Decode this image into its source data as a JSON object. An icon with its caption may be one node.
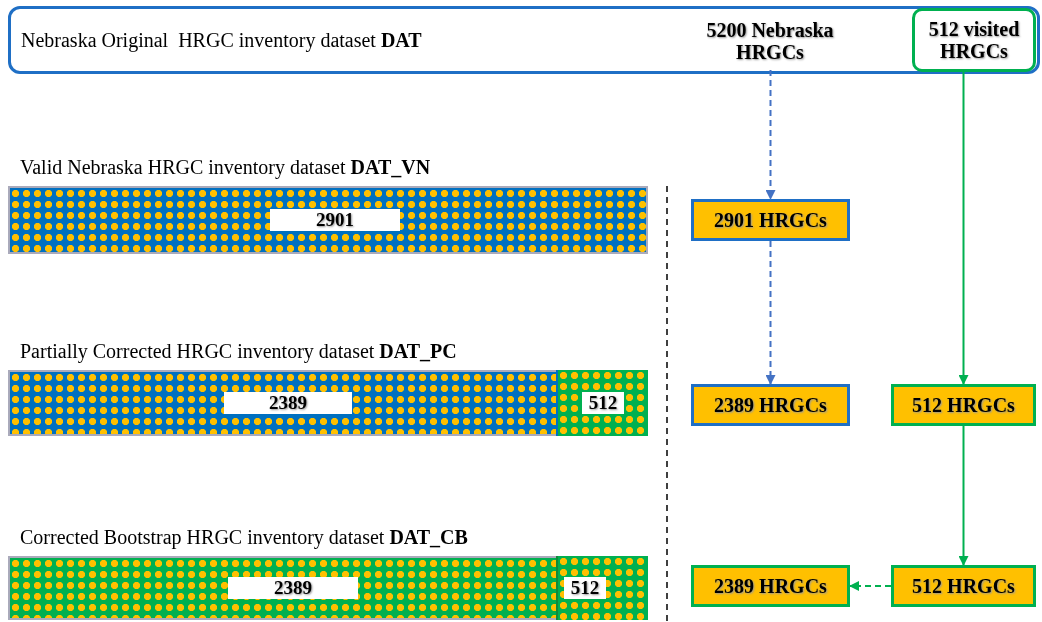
{
  "diagram": {
    "nodes": [
      {
        "text": [
          "Nebraska Original  HRGC inventory dataset **DAT**"
        ]
      },
      {
        "text": [
          "5200 Nebraska HRGCs"
        ],
        "in": 0
      },
      {
        "text": [
          "512 visited HRGCs"
        ],
        "in": 0
      },
      {
        "text": [
          "Valid Nebraska HRGC inventory dataset **DAT_VN**",
          "2901"
        ]
      },
      {
        "text": [
          "Partially Corrected HRGC inventory dataset **DAT_PC**",
          "2389"
        ]
      },
      {
        "text": [
          "512"
        ],
        "in": 4
      },
      {
        "text": [
          "Corrected Bootstrap HRGC inventory dataset **DAT_CB**",
          "2389"
        ]
      },
      {
        "text": [
          "512"
        ],
        "in": 6
      },
      {
        "text": [
          "2901 HRGCs"
        ]
      },
      {
        "text": [
          "2389 HRGCs"
        ]
      },
      {
        "text": [
          "512 HRGCs"
        ]
      },
      {
        "text": [
          "2389 HRGCs"
        ]
      },
      {
        "text": [
          "512 HRGCs"
        ]
      }
    ],
    "edges": [
      {
        "from": 1,
        "to": 8,
        "arrow": "to",
        "style": "dashed",
        "color": "#4472c4"
      },
      {
        "from": 8,
        "to": 9,
        "arrow": "to",
        "style": "dashed",
        "color": "#4472c4"
      },
      {
        "from": 2,
        "to": 10,
        "arrow": "to"
      },
      {
        "from": 10,
        "to": 12,
        "arrow": "to"
      },
      {
        "from": 12,
        "to": 11,
        "arrow": "to",
        "style": "dashed"
      }
    ]
  }
}
